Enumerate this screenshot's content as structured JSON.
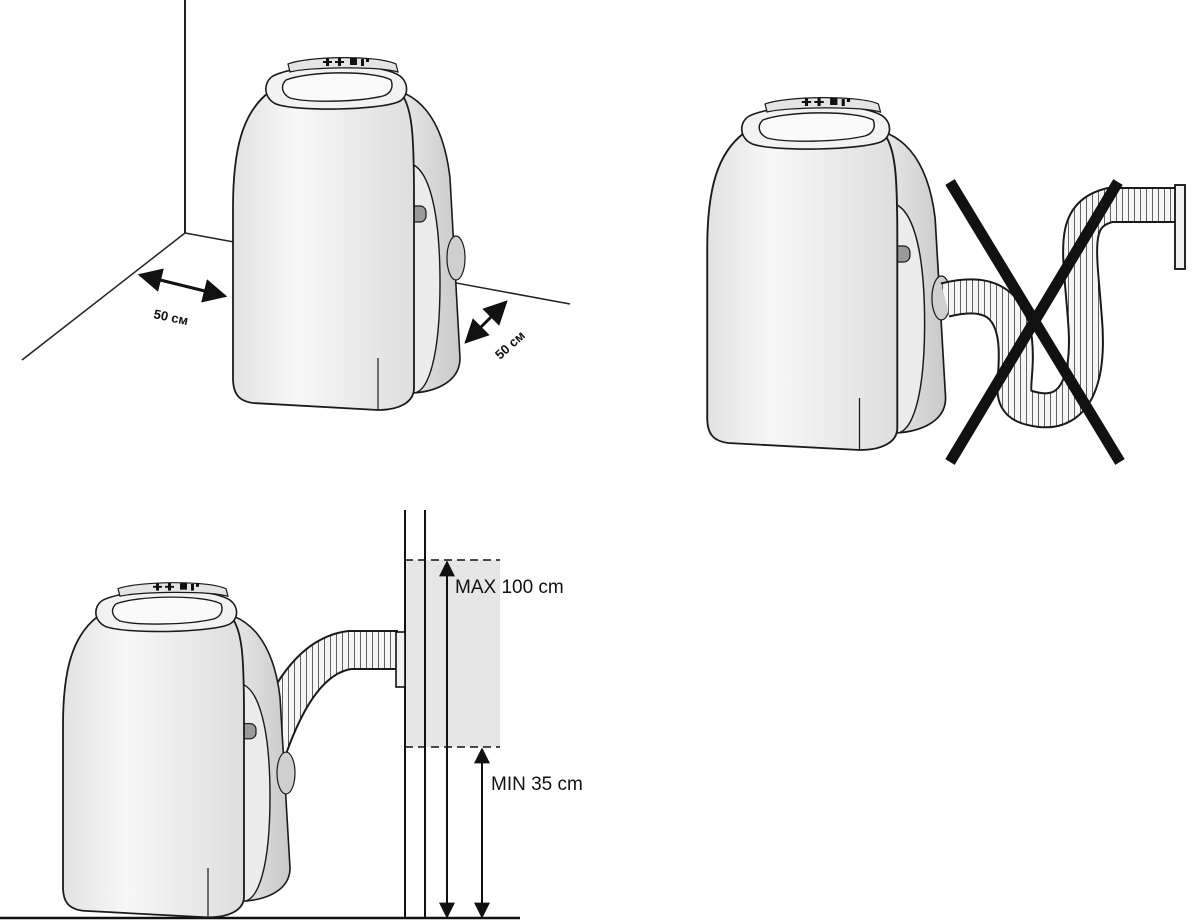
{
  "panels": {
    "clearance": {
      "left_gap_label": "50 см",
      "right_gap_label": "50 см"
    },
    "bad_hose": {
      "cross_color": "#111111"
    },
    "window_height": {
      "max_label": "MAX 100 cm",
      "min_label": "MIN 35 cm",
      "zone_color": "#e6e6e6"
    }
  },
  "colors": {
    "body_fill": "#f3f3f3",
    "outline": "#1a1a1a",
    "shade": "#d7d7d7"
  }
}
